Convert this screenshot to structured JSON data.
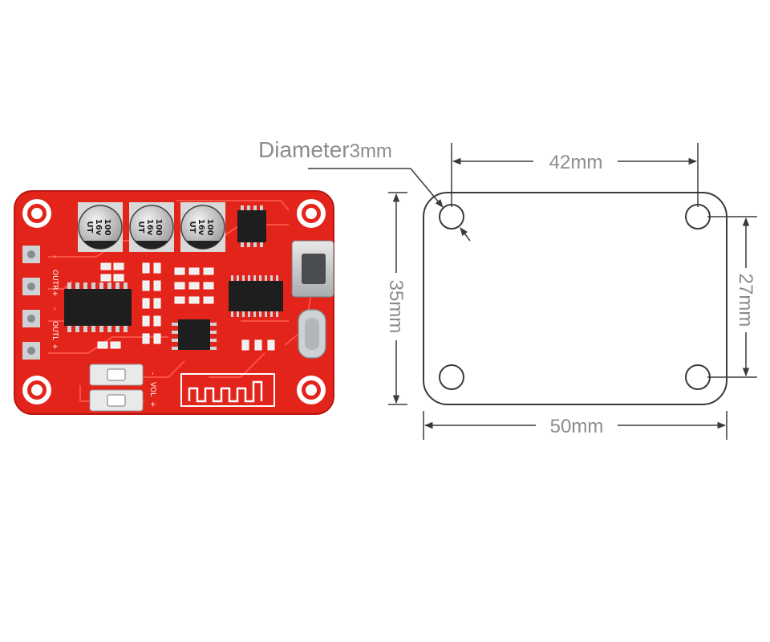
{
  "dimensions": {
    "hole_label": "Diameter",
    "hole_value": "3mm",
    "top_width": "42mm",
    "bottom_width": "50mm",
    "left_height": "35mm",
    "right_height": "27mm"
  },
  "board": {
    "capacitors": [
      {
        "line1": "100",
        "line2": "16v",
        "line3": "UT"
      },
      {
        "line1": "100",
        "line2": "16v",
        "line3": "UT"
      },
      {
        "line1": "100",
        "line2": "16v",
        "line3": "UT"
      }
    ],
    "silkscreen": {
      "outr_label": "OUTR",
      "outl_label": "OUTL",
      "vol_label": "VOL",
      "minus_sign": "-",
      "plus_sign": "+"
    }
  },
  "colors": {
    "pcb": "#e3241b",
    "pcb_trace": "#ff5a4e",
    "outline": "#3a3a3a",
    "dimension": "#8c8c8c",
    "chip": "#1e1e1e",
    "silver": "#cfd2d4"
  }
}
